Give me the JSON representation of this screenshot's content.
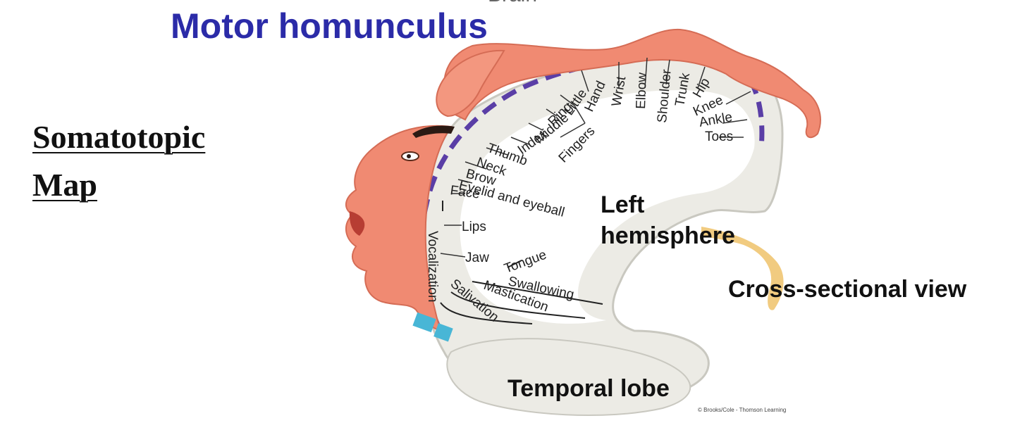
{
  "header": {
    "title": "Motor homunculus",
    "cut_text": "Brain"
  },
  "side_title": {
    "line1": "Somatotopic",
    "line2": "Map"
  },
  "body_parts": {
    "toes": "Toes",
    "ankle": "Ankle",
    "knee": "Knee",
    "hip": "Hip",
    "trunk": "Trunk",
    "shoulder": "Shoulder",
    "elbow": "Elbow",
    "wrist": "Wrist",
    "hand": "Hand",
    "little": "Little",
    "ring": "Ring",
    "middle": "Middle",
    "index": "Index",
    "thumb": "Thumb",
    "fingers": "Fingers",
    "neck": "Neck",
    "brow": "Brow",
    "eyelid": "Eyelid and eyeball",
    "face": "Face",
    "lips": "Lips",
    "jaw": "Jaw",
    "tongue": "Tongue",
    "vocalization": "Vocalization",
    "salivation": "Salivation",
    "mastication": "Mastication",
    "swallowing": "Swallowing"
  },
  "labels": {
    "left_hemisphere_1": "Left",
    "left_hemisphere_2": "hemisphere",
    "cross_section": "Cross-sectional view",
    "temporal_lobe": "Temporal lobe"
  },
  "credit": "© Brooks/Cole - Thomson Learning",
  "colors": {
    "title": "#2b2ba8",
    "skin": "#f08a72",
    "cortex": "#ecebe5",
    "marker": "#5a3ea6",
    "section": "#eec26a"
  }
}
